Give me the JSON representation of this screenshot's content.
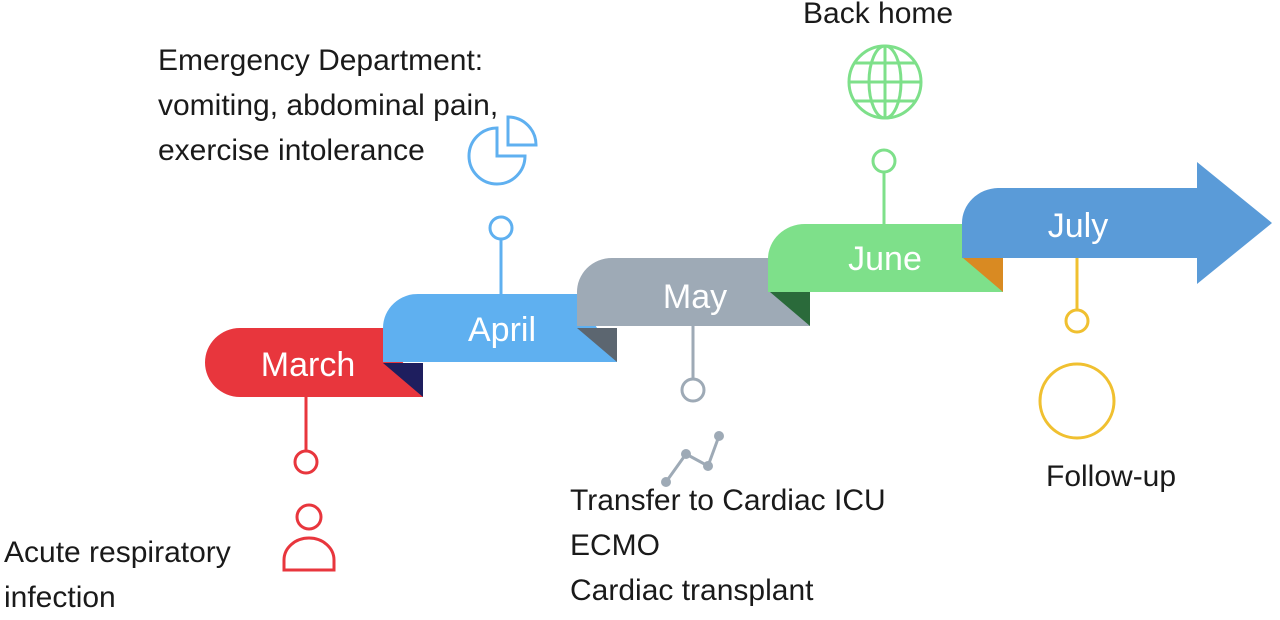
{
  "colors": {
    "march": "#e8363d",
    "april": "#5fb0f0",
    "may": "#9eaab6",
    "june": "#7ee08a",
    "july": "#5a9bd8",
    "march_fold": "#1e1e5e",
    "april_fold": "#5c6670",
    "may_fold": "#2a6a3a",
    "june_fold": "#d98a22",
    "followup": "#f0c030"
  },
  "timeline": {
    "months": [
      {
        "name": "March"
      },
      {
        "name": "April"
      },
      {
        "name": "May"
      },
      {
        "name": "June"
      },
      {
        "name": "July"
      }
    ]
  },
  "events": {
    "march": {
      "lines": [
        "Acute respiratory",
        "infection"
      ],
      "icon": "person-icon"
    },
    "april": {
      "lines": [
        "Emergency Department:",
        "vomiting, abdominal pain,",
        "exercise intolerance"
      ],
      "icon": "pie-chart-icon"
    },
    "may": {
      "lines": [
        "Transfer to Cardiac ICU",
        "ECMO",
        "Cardiac transplant"
      ],
      "icon": "line-graph-icon"
    },
    "june": {
      "lines": [
        "Back home"
      ],
      "icon": "globe-icon"
    },
    "july": {
      "lines": [
        "Follow-up"
      ],
      "icon": "circle-icon"
    }
  }
}
